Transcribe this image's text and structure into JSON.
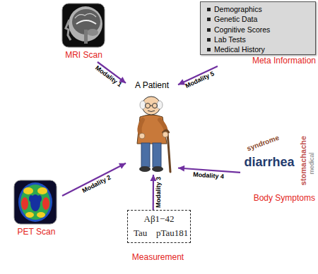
{
  "diagram": {
    "nodes": [
      {
        "text": [
          "MRI Scan"
        ]
      },
      {
        "text": [
          "Demographics",
          "Genetic Data",
          "Cognitive Scores",
          "Lab Tests",
          "Medical History",
          "Meta Information"
        ]
      },
      {
        "text": [
          "A Patient"
        ]
      },
      {
        "text": [
          "PET Scan"
        ]
      },
      {
        "text": [
          "Body Symptoms"
        ]
      },
      {
        "text": [
          "Aβ1−42",
          "Tau",
          "pTau181",
          "Measurement"
        ]
      }
    ],
    "edges": [
      {
        "from": 0,
        "to": 2,
        "arrow": "to",
        "label": "Modality 1"
      },
      {
        "from": 3,
        "to": 2,
        "arrow": "to",
        "label": "Modality 2"
      },
      {
        "from": 5,
        "to": 2,
        "arrow": "to",
        "label": "Modality 3"
      },
      {
        "from": 4,
        "to": 2,
        "arrow": "to",
        "label": "Modality 4"
      },
      {
        "from": 1,
        "to": 2,
        "arrow": "to",
        "label": "Modality 5"
      }
    ],
    "labels": [
      "syndrome",
      "diarrhea",
      "stomachache",
      "medical"
    ]
  }
}
